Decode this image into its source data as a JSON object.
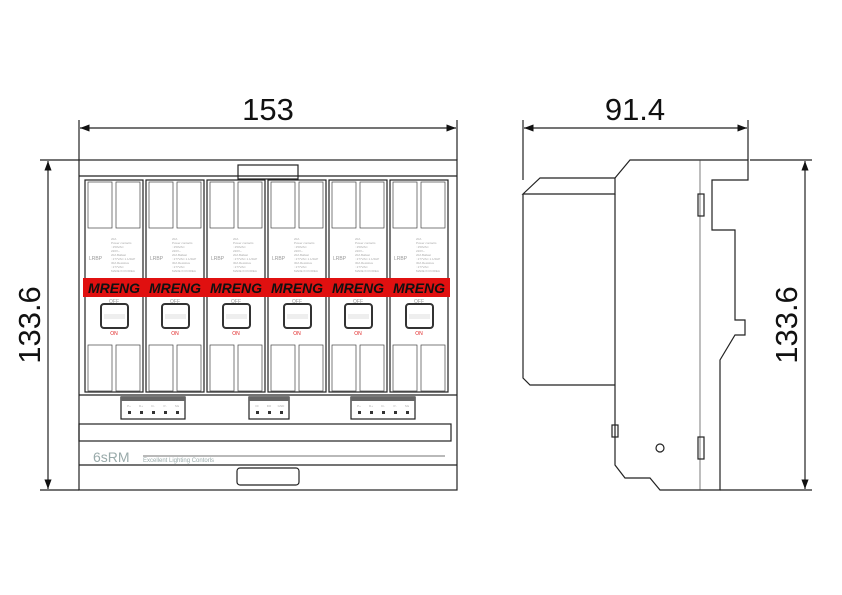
{
  "dimensions": {
    "width": "153",
    "depth": "91.4",
    "height_front": "133.6",
    "height_side": "133.6"
  },
  "module": {
    "model": "LRBP",
    "brand": "MRENG",
    "off_label": "OFF",
    "on_label": "ON",
    "spec_lines": [
      "20A",
      "Power contacts",
      ": 250VAC",
      "220V~",
      "20A Ballast",
      ": 277VAC 1.1/2HP",
      "30A Resistive",
      ": 277VAC",
      "MADE IN KOREA"
    ],
    "count": 6
  },
  "terminals": [
    {
      "pins": [
        "P+",
        "D+",
        "D-",
        "P-",
        "SG"
      ]
    },
    {
      "pins": [
        "DI",
        "DO",
        "GND"
      ]
    },
    {
      "pins": [
        "P+",
        "D+",
        "D-",
        "P-",
        "SG"
      ]
    }
  ],
  "product": {
    "name": "6sRM",
    "tagline": "Excellent Lighting Contorls"
  },
  "colors": {
    "brand_band": "#e01010",
    "on_text": "#e02020"
  }
}
